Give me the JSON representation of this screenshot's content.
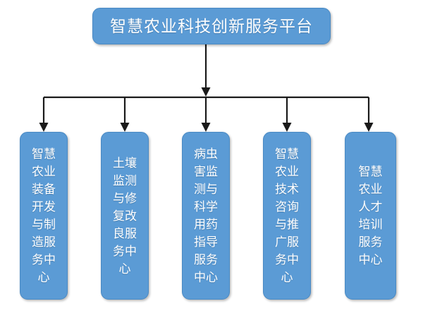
{
  "diagram": {
    "type": "organizational-tree",
    "orientation": "top-down",
    "root": {
      "id": "platform",
      "label": "智慧农业科技创新服务平台"
    },
    "children": [
      {
        "id": "equipment-center",
        "label": "智慧农业装备开发与制造服务中心"
      },
      {
        "id": "soil-center",
        "label": "土壤监测与修复改良服务中心"
      },
      {
        "id": "pest-center",
        "label": "病虫害监测与科学用药指导服务中心"
      },
      {
        "id": "consulting-center",
        "label": "智慧农业技术咨询与推广服务中心"
      },
      {
        "id": "training-center",
        "label": "智慧农业人才培训服务中心"
      }
    ],
    "colors": {
      "node_fill": "#5b9bd5",
      "node_border": "#4a8ac4",
      "node_text": "#ffffff",
      "connector": "#1a1a1a",
      "background": "#ffffff"
    }
  }
}
